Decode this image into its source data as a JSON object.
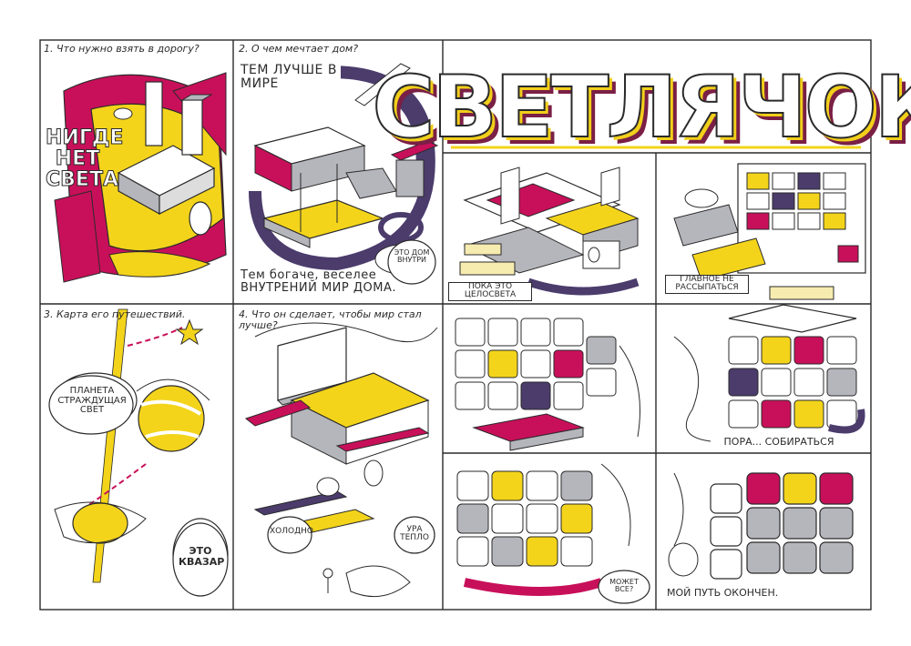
{
  "title": "СВЕТЛЯЧОК",
  "colors": {
    "magenta": "#c8105a",
    "yellow": "#f3d41b",
    "purple": "#4b3c6c",
    "grey": "#b5b5bc",
    "ink": "#2a2a2a"
  },
  "panels": {
    "p1": {
      "caption": "1. Что нужно взять в дорогу?",
      "big_text": "НИГДЕ НЕТ СВЕТА"
    },
    "p2": {
      "caption": "2. О чем мечтает дом?",
      "top_text": "ТЕМ ЛУЧШЕ В МИРЕ",
      "bottom_text": "Тем богаче, веселее ВНУТРЕНИЙ МИР ДОМА.",
      "bubble": "ЭТО ДОМ ВНУТРИ"
    },
    "p3": {
      "caption": "3. Карта его путешествий.",
      "bubble": "ПЛАНЕТА СТРАЖДУЩАЯ СВЕТ",
      "bottom_bubble": "ЭТО КВАЗАР"
    },
    "p4": {
      "caption": "4. Что он сделает, чтобы мир стал лучше?",
      "bubble_left": "ХОЛОДНО",
      "bubble_right": "УРА ТЕПЛО"
    },
    "p5": {
      "label": "ПОКА ЭТО ЦЕЛОСВЕТА"
    },
    "p6": {
      "label": "ГЛАВНОЕ НЕ РАССЫПАТЬСЯ"
    },
    "p8": {
      "label": "ПОРА... СОБИРАТЬСЯ"
    },
    "p9": {
      "bubble": "МОЖЕТ ВСЕ?"
    },
    "p10": {
      "label": "МОЙ ПУТЬ ОКОНЧЕН."
    }
  }
}
